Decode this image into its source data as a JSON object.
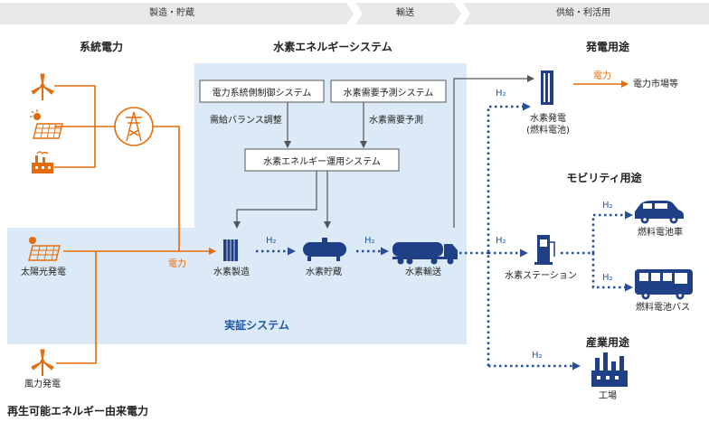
{
  "header": {
    "stages": [
      "製造・貯蔵",
      "輸送",
      "供給・利活用"
    ]
  },
  "sections": {
    "grid_power": "系統電力",
    "hydrogen_system": "水素エネルギーシステム",
    "power_use": "発電用途",
    "mobility_use": "モビリティ用途",
    "industrial_use": "産業用途",
    "demo_system": "実証システム",
    "renewable_power": "再生可能エネルギー由来電力"
  },
  "boxes": {
    "grid_control": "電力系統側制御システム",
    "demand_forecast": "水素需要予測システム",
    "operation": "水素エネルギー運用システム"
  },
  "edge_labels": {
    "balance": "需給バランス調整",
    "forecast": "水素需要予測",
    "h2": "H₂",
    "power": "電力"
  },
  "nodes": {
    "solar": "太陽光発電",
    "wind": "風力発電",
    "production": "水素製造",
    "storage": "水素貯蔵",
    "transport": "水素輸送",
    "power_gen": "水素発電",
    "fuel_cell": "(燃料電池)",
    "market": "電力市場等",
    "station": "水素ステーション",
    "fcv": "燃料電池車",
    "fc_bus": "燃料電池バス",
    "factory": "工場"
  },
  "colors": {
    "orange": "#e46c0a",
    "navy": "#1f3f86",
    "dotted_blue": "#2a4f9a",
    "demo_bg": "#dbeaf6",
    "header_bg": "#e8e8e8"
  }
}
